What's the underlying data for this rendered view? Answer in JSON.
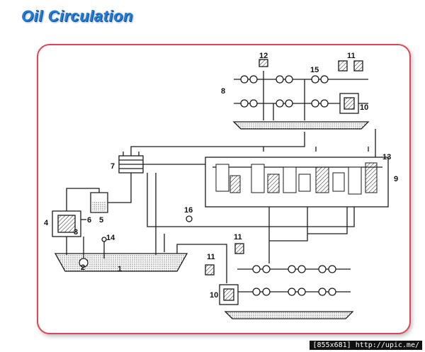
{
  "title": "Oil Circulation",
  "footer": "[855x681] http://upic.me/",
  "labels": [
    "1",
    "2",
    "3",
    "4",
    "5",
    "6",
    "7",
    "8",
    "9",
    "10",
    "10",
    "11",
    "11",
    "11",
    "12",
    "13",
    "14",
    "15",
    "16"
  ],
  "colors": {
    "title": "#1f7fd6",
    "frame_border": "#e0464f",
    "line": "#1a1a1a"
  }
}
